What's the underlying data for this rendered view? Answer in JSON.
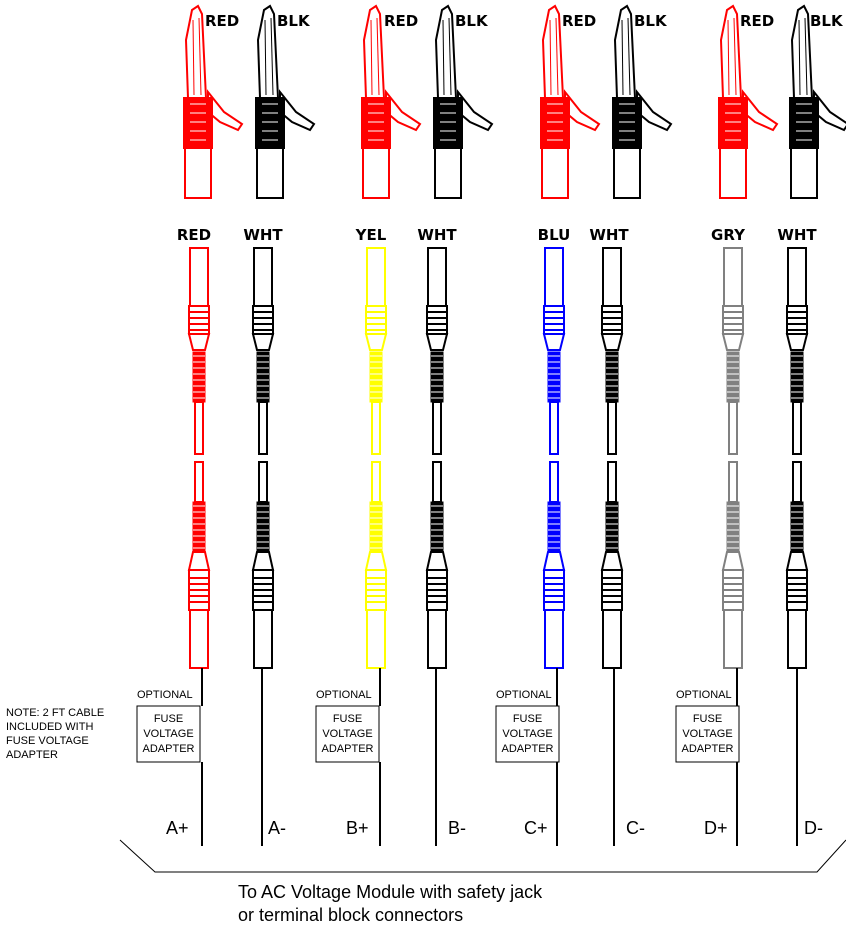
{
  "note": {
    "lines": [
      "NOTE: 2 FT CABLE",
      "INCLUDED WITH",
      "FUSE VOLTAGE",
      "ADAPTER"
    ]
  },
  "colors": {
    "red": "#ff0000",
    "black": "#000000",
    "yellow": "#ffff00",
    "blue": "#0000ff",
    "gray": "#808080"
  },
  "channels": [
    {
      "id": "A",
      "clips": [
        {
          "label": "RED",
          "color": "#ff0000"
        },
        {
          "label": "BLK",
          "color": "#000000"
        }
      ],
      "plugs": [
        {
          "label": "RED",
          "color": "#ff0000"
        },
        {
          "label": "WHT",
          "color": "#000000"
        }
      ],
      "optional_label": "OPTIONAL",
      "fuse_lines": [
        "FUSE",
        "VOLTAGE",
        "ADAPTER"
      ],
      "pos_label": "A+",
      "neg_label": "A-"
    },
    {
      "id": "B",
      "clips": [
        {
          "label": "RED",
          "color": "#ff0000"
        },
        {
          "label": "BLK",
          "color": "#000000"
        }
      ],
      "plugs": [
        {
          "label": "YEL",
          "color": "#ffff00"
        },
        {
          "label": "WHT",
          "color": "#000000"
        }
      ],
      "optional_label": "OPTIONAL",
      "fuse_lines": [
        "FUSE",
        "VOLTAGE",
        "ADAPTER"
      ],
      "pos_label": "B+",
      "neg_label": "B-"
    },
    {
      "id": "C",
      "clips": [
        {
          "label": "RED",
          "color": "#ff0000"
        },
        {
          "label": "BLK",
          "color": "#000000"
        }
      ],
      "plugs": [
        {
          "label": "BLU",
          "color": "#0000ff"
        },
        {
          "label": "WHT",
          "color": "#000000"
        }
      ],
      "optional_label": "OPTIONAL",
      "fuse_lines": [
        "FUSE",
        "VOLTAGE",
        "ADAPTER"
      ],
      "pos_label": "C+",
      "neg_label": "C-"
    },
    {
      "id": "D",
      "clips": [
        {
          "label": "RED",
          "color": "#ff0000"
        },
        {
          "label": "BLK",
          "color": "#000000"
        }
      ],
      "plugs": [
        {
          "label": "GRY",
          "color": "#808080"
        },
        {
          "label": "WHT",
          "color": "#000000"
        }
      ],
      "optional_label": "OPTIONAL",
      "fuse_lines": [
        "FUSE",
        "VOLTAGE",
        "ADAPTER"
      ],
      "pos_label": "D+",
      "neg_label": "D-"
    }
  ],
  "caption": {
    "line1": "To AC Voltage Module with safety jack",
    "line2": "or terminal block connectors"
  }
}
